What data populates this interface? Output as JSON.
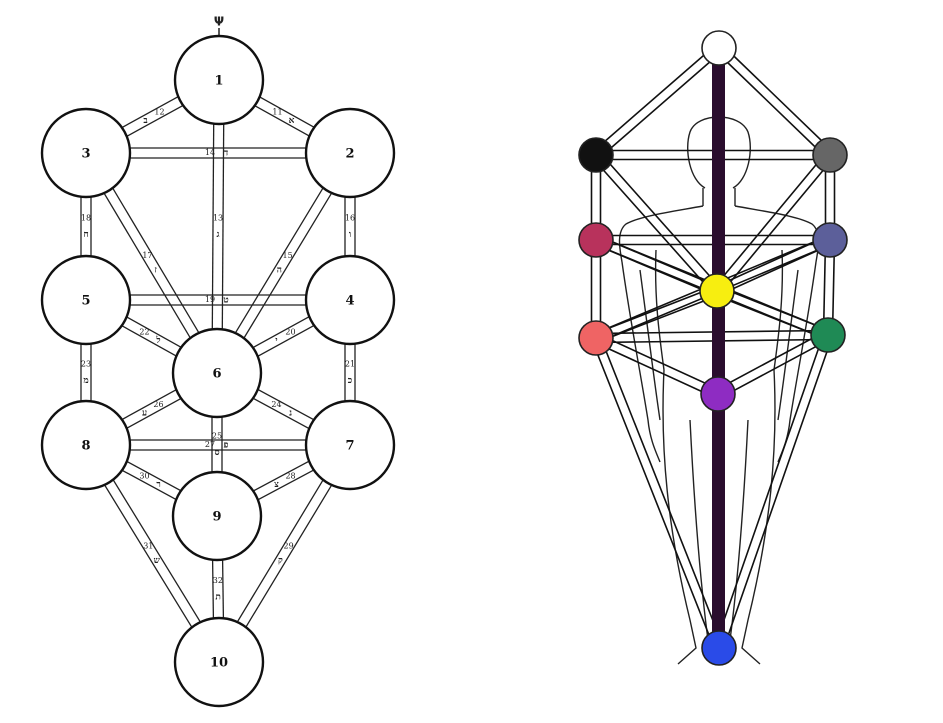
{
  "left_diagram": {
    "top_mark": "Ψ",
    "sephiroth": [
      {
        "id": 1,
        "label": "1"
      },
      {
        "id": 2,
        "label": "2"
      },
      {
        "id": 3,
        "label": "3"
      },
      {
        "id": 4,
        "label": "4"
      },
      {
        "id": 5,
        "label": "5"
      },
      {
        "id": 6,
        "label": "6"
      },
      {
        "id": 7,
        "label": "7"
      },
      {
        "id": 8,
        "label": "8"
      },
      {
        "id": 9,
        "label": "9"
      },
      {
        "id": 10,
        "label": "10"
      }
    ],
    "paths": [
      {
        "from": 1,
        "to": 3,
        "number": "12",
        "letter": "ב"
      },
      {
        "from": 1,
        "to": 2,
        "number": "11",
        "letter": "א"
      },
      {
        "from": 3,
        "to": 2,
        "number": "14",
        "letter": "ד"
      },
      {
        "from": 1,
        "to": 6,
        "number": "13",
        "letter": "ג"
      },
      {
        "from": 3,
        "to": 5,
        "number": "18",
        "letter": "ח"
      },
      {
        "from": 2,
        "to": 4,
        "number": "16",
        "letter": "ו"
      },
      {
        "from": 3,
        "to": 6,
        "number": "17",
        "letter": "ז"
      },
      {
        "from": 2,
        "to": 6,
        "number": "15",
        "letter": "ה"
      },
      {
        "from": 5,
        "to": 4,
        "number": "19",
        "letter": "ט"
      },
      {
        "from": 5,
        "to": 6,
        "number": "22",
        "letter": "ל"
      },
      {
        "from": 4,
        "to": 6,
        "number": "20",
        "letter": "י"
      },
      {
        "from": 5,
        "to": 8,
        "number": "23",
        "letter": "מ"
      },
      {
        "from": 4,
        "to": 7,
        "number": "21",
        "letter": "כ"
      },
      {
        "from": 6,
        "to": 8,
        "number": "26",
        "letter": "ע"
      },
      {
        "from": 6,
        "to": 7,
        "number": "24",
        "letter": "נ"
      },
      {
        "from": 6,
        "to": 9,
        "number": "25",
        "letter": "ס"
      },
      {
        "from": 8,
        "to": 7,
        "number": "27",
        "letter": "פ"
      },
      {
        "from": 8,
        "to": 9,
        "number": "30",
        "letter": "ר"
      },
      {
        "from": 7,
        "to": 9,
        "number": "28",
        "letter": "צ"
      },
      {
        "from": 8,
        "to": 10,
        "number": "31",
        "letter": "ש"
      },
      {
        "from": 7,
        "to": 10,
        "number": "29",
        "letter": "ק"
      },
      {
        "from": 9,
        "to": 10,
        "number": "32",
        "letter": "ת"
      }
    ]
  },
  "right_diagram": {
    "sephiroth": [
      {
        "id": 1,
        "color": "#ffffff"
      },
      {
        "id": 2,
        "color": "#666666"
      },
      {
        "id": 3,
        "color": "#111111"
      },
      {
        "id": 4,
        "color": "#5c5f9a"
      },
      {
        "id": 5,
        "color": "#b8325c"
      },
      {
        "id": 6,
        "color": "#f7ee10"
      },
      {
        "id": 7,
        "color": "#1f8a55"
      },
      {
        "id": 8,
        "color": "#ef6464"
      },
      {
        "id": 9,
        "color": "#8e2cc2"
      },
      {
        "id": 10,
        "color": "#2a4be8"
      }
    ],
    "central_pillar_color": "#2a0d2e"
  }
}
